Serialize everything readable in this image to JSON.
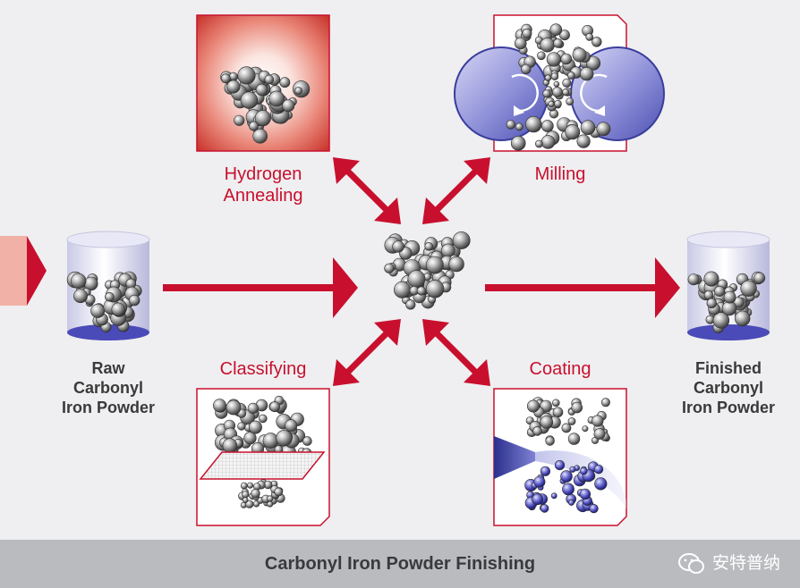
{
  "diagram": {
    "process_steps": {
      "annealing": "Hydrogen\nAnnealing",
      "milling": "Milling",
      "classifying": "Classifying",
      "coating": "Coating"
    },
    "input_label": "Raw\nCarbonyl\nIron Powder",
    "output_label": "Finished\nCarbonyl\nIron Powder",
    "caption": "Carbonyl Iron Powder Finishing",
    "watermark": "安特普纳",
    "colors": {
      "accent": "#c8102e",
      "annealing_bg": "#d9544a",
      "milling_roller": "#6b6fc4",
      "coating_particles": "#4a4ab8",
      "footer_bg": "#b9bbbe"
    }
  }
}
